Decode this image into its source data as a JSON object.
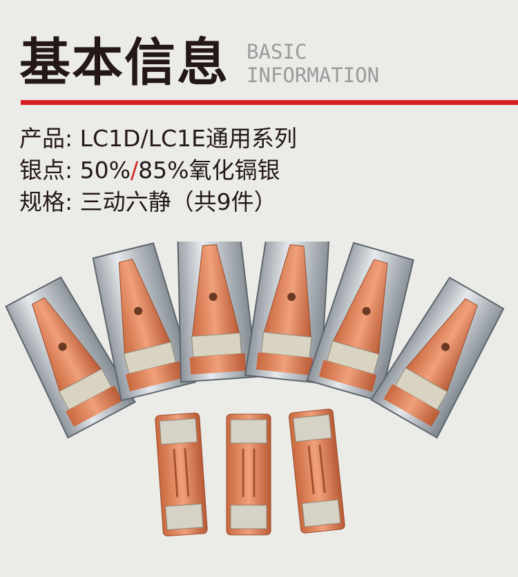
{
  "header": {
    "title": "基本信息",
    "subtitle_line1": "BASIC",
    "subtitle_line2": "INFORMATION"
  },
  "specs": [
    {
      "label": "产品:",
      "value": "LC1D/LC1E通用系列"
    },
    {
      "label": "银点:",
      "value_a": "50%",
      "separator": "/",
      "value_b": "85%氧化镉银"
    },
    {
      "label": "规格:",
      "value": "三动六静（共9件）"
    }
  ],
  "colors": {
    "accent": "#d51f22",
    "text": "#231815",
    "background": "#ebebe8"
  }
}
